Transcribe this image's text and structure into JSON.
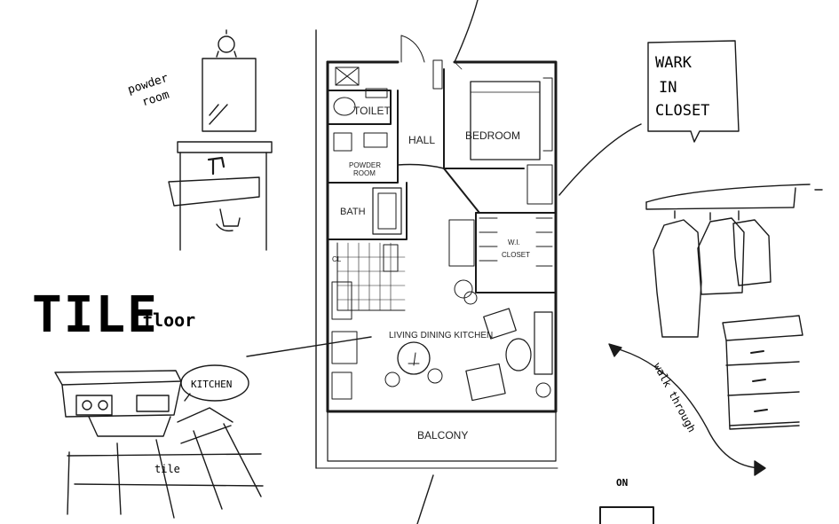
{
  "left": {
    "powder_room_line1": "powder",
    "powder_room_line2": "room",
    "tile_big": "TILE",
    "tile_small": "floor",
    "kitchen_bubble": "KITCHEN",
    "tile_label": "tile"
  },
  "plan": {
    "toilet": "TOILET",
    "hall": "HALL",
    "bedroom": "BEDROOM",
    "powder_room_1": "POWDER",
    "powder_room_2": "ROOM",
    "bath": "BATH",
    "cl": "CL",
    "wi_closet_1": "W.I.",
    "wi_closet_2": "CLOSET",
    "ldk": "LIVING DINING KITCHEN",
    "balcony": "BALCONY"
  },
  "right": {
    "wark_line1": "WARK",
    "wark_line2": "IN",
    "wark_line3": "CLOSET",
    "walk_through": "walk through",
    "on_label": "ON"
  }
}
